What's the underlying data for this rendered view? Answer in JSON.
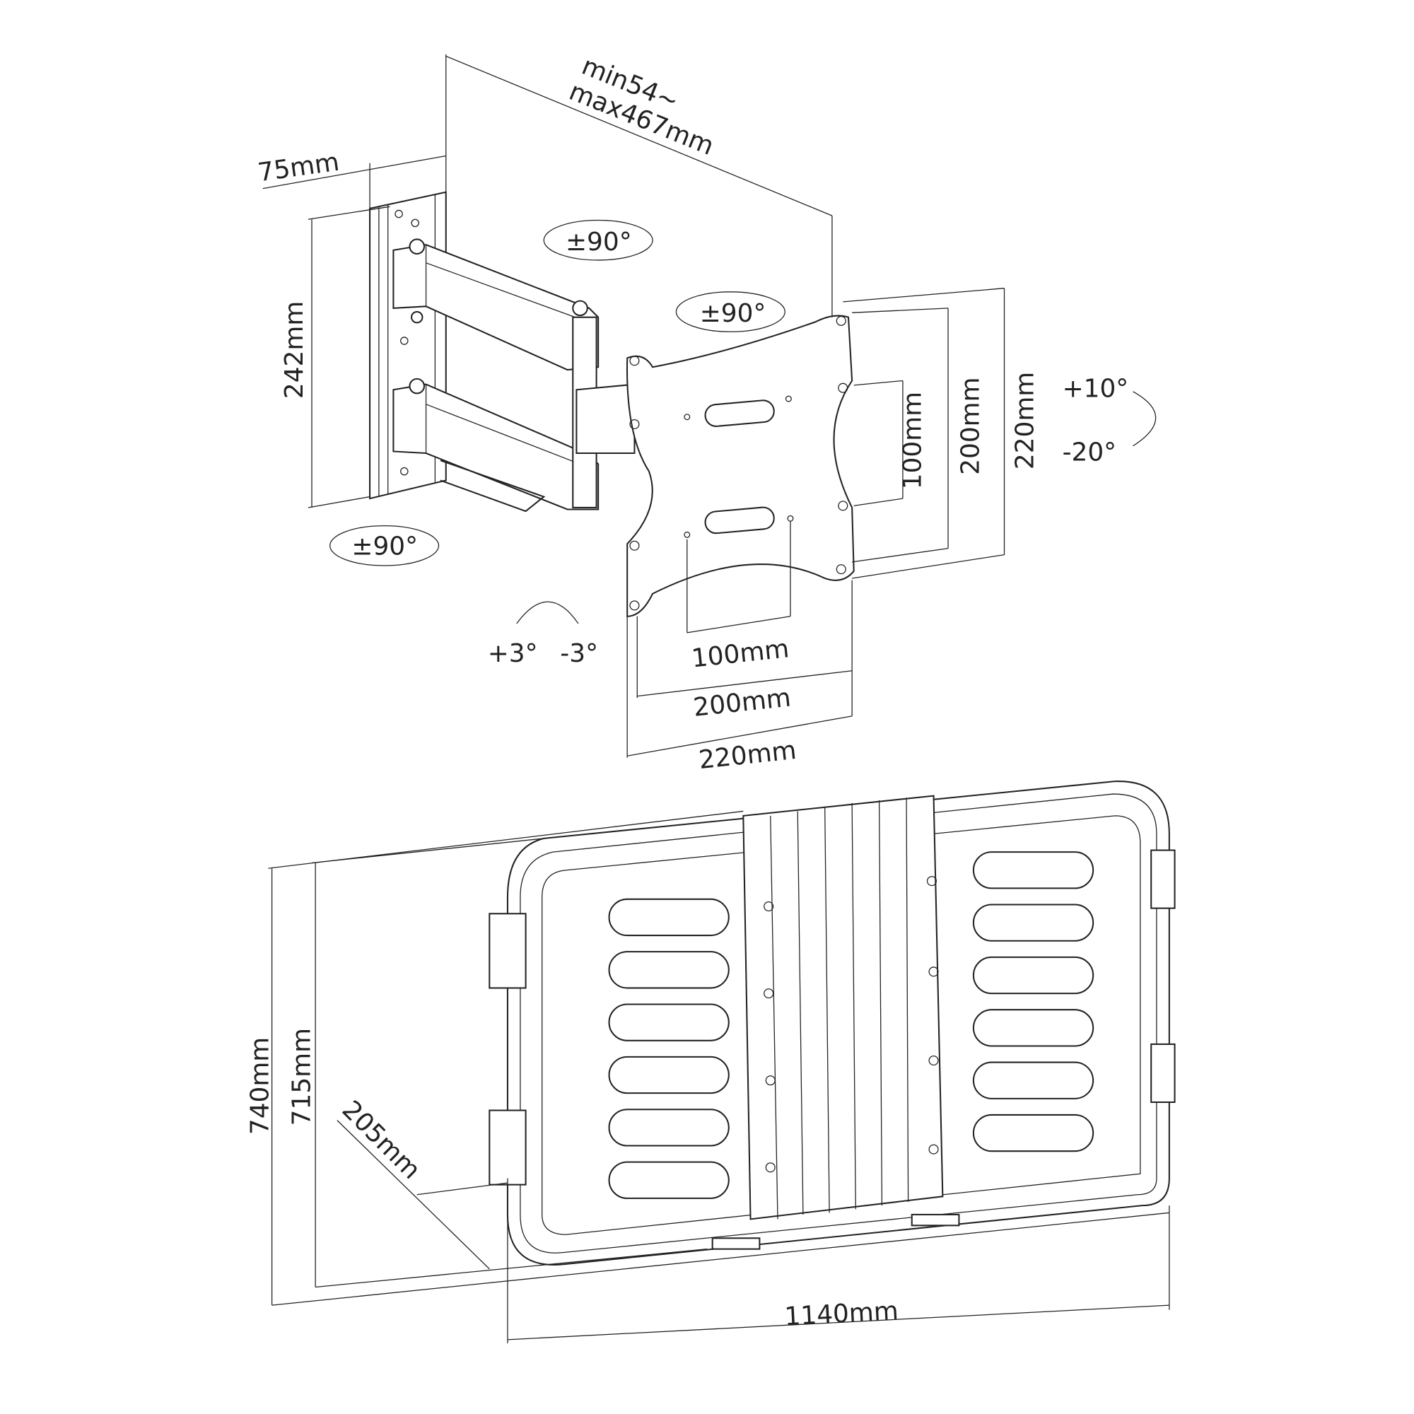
{
  "top_view": {
    "arm_extension_line1": "min54~",
    "arm_extension_line2": "max467mm",
    "wall_plate_depth": "75mm",
    "wall_plate_height": "242mm",
    "swivel_top": "±90°",
    "swivel_middle": "±90°",
    "swivel_bottom": "±90°",
    "tilt_up": "+10°",
    "tilt_down": "-20°",
    "level_plus": "+3°",
    "level_minus": "-3°",
    "vesa_inner_vertical": "100mm",
    "vesa_outer_vertical": "200mm",
    "plate_height": "220mm",
    "vesa_inner_horizontal": "100mm",
    "vesa_outer_horizontal": "200mm",
    "plate_width": "220mm"
  },
  "bottom_view": {
    "overall_height": "740mm",
    "inner_height": "715mm",
    "depth": "205mm",
    "width": "1140mm"
  }
}
